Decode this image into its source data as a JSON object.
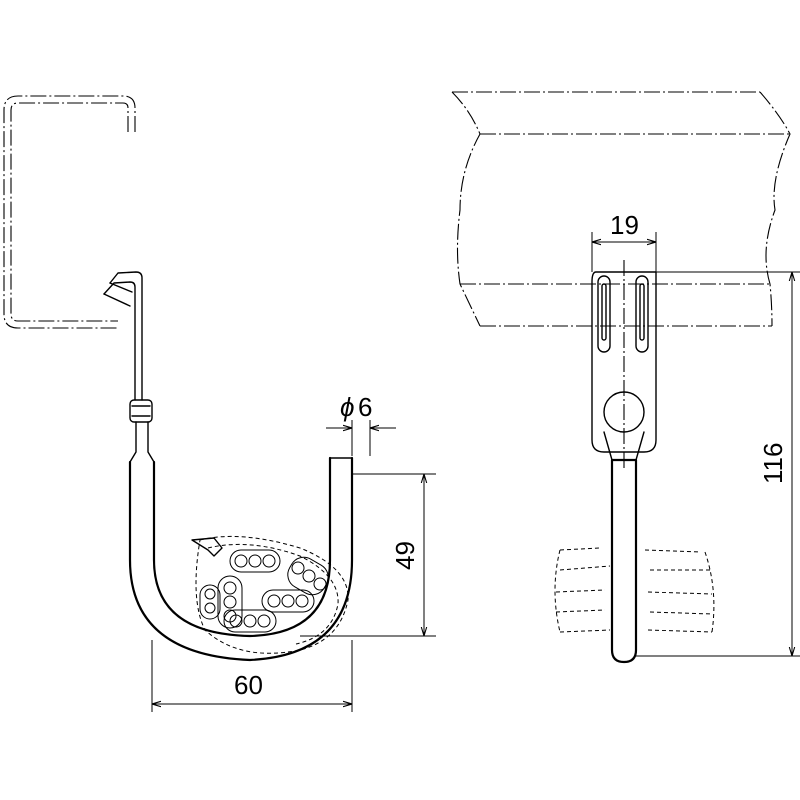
{
  "dimensions": {
    "width_total": "60",
    "height_hook": "49",
    "wire_diameter": "6",
    "wire_diameter_symbol": "ϕ",
    "clip_width": "19",
    "total_height": "116"
  }
}
